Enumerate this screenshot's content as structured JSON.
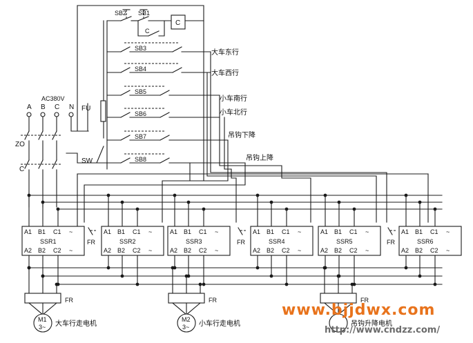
{
  "supply": {
    "voltage_label": "AC380V",
    "phases": [
      "A",
      "B",
      "C",
      "N"
    ],
    "fuse_label": "FU",
    "switch_label": "SW",
    "breaker_zo_label": "ZO",
    "breaker_c_label": "C"
  },
  "control": {
    "contactor_label": "C",
    "aux_contact_label": "C",
    "buttons": [
      {
        "id": "SB2",
        "label": "SB2",
        "function": ""
      },
      {
        "id": "SB1",
        "label": "SB1",
        "function": ""
      },
      {
        "id": "SB3",
        "label": "SB3",
        "function": "大车东行"
      },
      {
        "id": "SB4",
        "label": "SB4",
        "function": "大车西行"
      },
      {
        "id": "SB5",
        "label": "SB5",
        "function": "小车南行"
      },
      {
        "id": "SB6",
        "label": "SB6",
        "function": "小车北行"
      },
      {
        "id": "SB7",
        "label": "SB7",
        "function": "吊钩下降"
      },
      {
        "id": "SB8",
        "label": "SB8",
        "function": "吊钩上降"
      }
    ]
  },
  "relays": [
    {
      "name": "SSR1",
      "pins_top": [
        "A1",
        "B1",
        "C1"
      ],
      "pins_bottom": [
        "A2",
        "B2",
        "C2"
      ],
      "tilde": "~"
    },
    {
      "name": "SSR2",
      "pins_top": [
        "A1",
        "B1",
        "C1"
      ],
      "pins_bottom": [
        "A2",
        "B2",
        "C2"
      ],
      "tilde": "~"
    },
    {
      "name": "SSR3",
      "pins_top": [
        "A1",
        "B1",
        "C1"
      ],
      "pins_bottom": [
        "A2",
        "B2",
        "C2"
      ],
      "tilde": "~"
    },
    {
      "name": "SSR4",
      "pins_top": [
        "A1",
        "B1",
        "C1"
      ],
      "pins_bottom": [
        "A2",
        "B2",
        "C2"
      ],
      "tilde": "~"
    },
    {
      "name": "SSR5",
      "pins_top": [
        "A1",
        "B1",
        "C1"
      ],
      "pins_bottom": [
        "A2",
        "B2",
        "C2"
      ],
      "tilde": "~"
    },
    {
      "name": "SSR6",
      "pins_top": [
        "A1",
        "B1",
        "C1"
      ],
      "pins_bottom": [
        "A2",
        "B2",
        "C2"
      ],
      "tilde": "~"
    }
  ],
  "overload_relay_label": "FR",
  "motors": [
    {
      "id": "M1",
      "label": "M1",
      "sub": "3~",
      "caption": "大车行走电机"
    },
    {
      "id": "M2",
      "label": "M2",
      "sub": "3~",
      "caption": "小车行走电机"
    },
    {
      "id": "M3",
      "label": "",
      "sub": "",
      "caption": "吊钩升降电机"
    }
  ],
  "watermarks": {
    "primary": "www.bjjdwx.com",
    "secondary": "http://www.cndzz.com/"
  }
}
